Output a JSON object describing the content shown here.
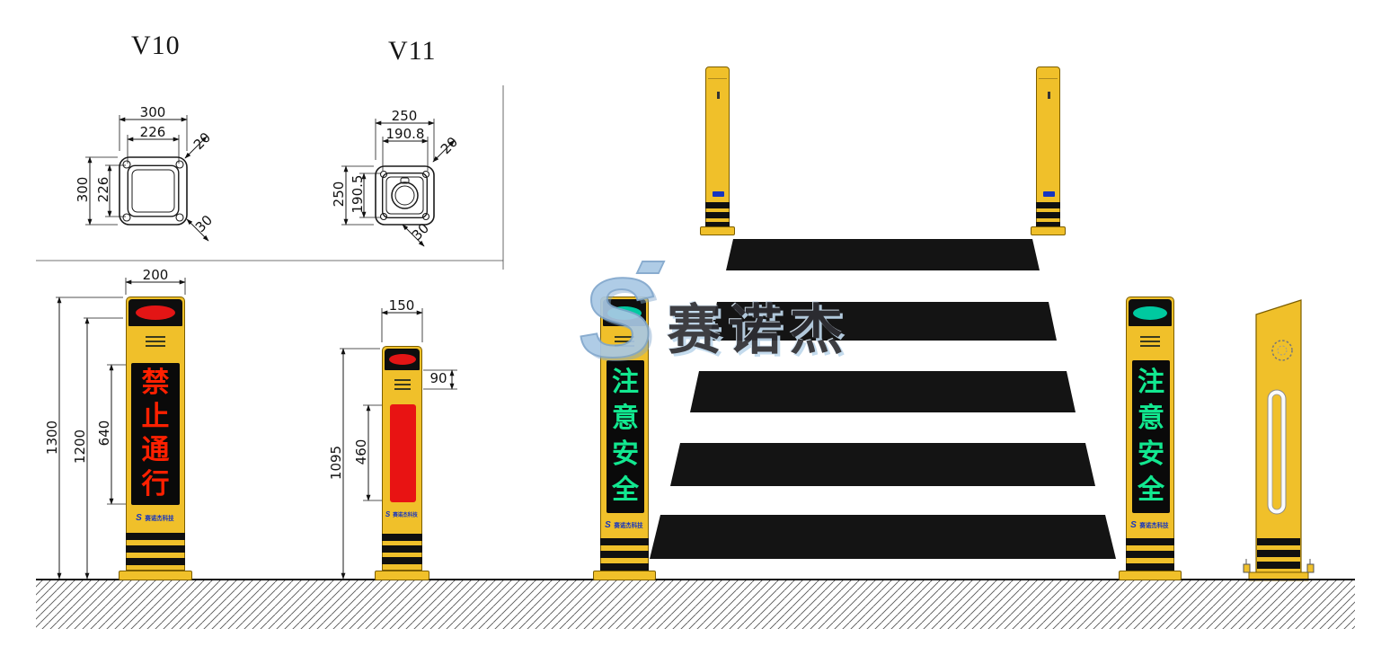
{
  "colors": {
    "bollard_yellow": "#F0C02A",
    "line_black": "#1a1a1a",
    "stripe_black": "#101010",
    "light_red": "#E31515",
    "light_green": "#00C9A0",
    "sign_red": "#FF2000",
    "sign_green": "#12E890",
    "brand_blue": "#1535C0",
    "watermark_blue": "#A9C8E4"
  },
  "v10": {
    "title": "V10",
    "top_view": {
      "dim_outer_width": "300",
      "dim_inner_width": "226",
      "dim_outer_height": "300",
      "dim_inner_height": "226",
      "dim_corner": "20",
      "dim_radius": "30"
    },
    "front": {
      "dim_width": "200",
      "dim_total_height": "1300",
      "dim_body_height": "1200",
      "dim_screen_height": "640",
      "sign_chars": [
        "禁",
        "止",
        "通",
        "行"
      ],
      "brand": "赛诺杰科技"
    }
  },
  "v11": {
    "title": "V11",
    "top_view": {
      "dim_outer_width": "250",
      "dim_inner_width": "190.8",
      "dim_outer_height": "250",
      "dim_inner_height": "190.5",
      "dim_corner": "20",
      "dim_radius": "30"
    },
    "front": {
      "dim_width": "150",
      "dim_cap": "90",
      "dim_total_height": "1095",
      "dim_stripe_height": "460",
      "brand": "赛诺杰科技"
    }
  },
  "watermark": {
    "letter": "S",
    "text": "赛诺杰"
  },
  "scene": {
    "sign_chars": [
      "注",
      "意",
      "安",
      "全"
    ],
    "brand": "赛诺杰科技"
  }
}
